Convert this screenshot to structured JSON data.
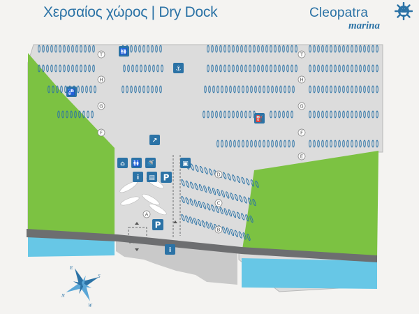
{
  "header": {
    "title": "Χερσαίος χώρος | Dry Dock"
  },
  "logo": {
    "name": "Cleopatra",
    "sub": "marina"
  },
  "zones": {
    "T": "T",
    "H": "H",
    "G": "G",
    "F": "F",
    "E": "E",
    "D": "D",
    "C": "C",
    "B": "B",
    "A": "A"
  },
  "icons": [
    "toilets-icon",
    "shower-icon",
    "water-tap-icon",
    "fuel-pump-icon",
    "crane-icon",
    "electricity-icon",
    "boat-lift-icon",
    "restroom-icon",
    "travel-lift-icon",
    "info-icon",
    "dumpster-icon",
    "parking-icon",
    "office-icon",
    "gate-icon"
  ],
  "parking_label": "P",
  "info_label": "i",
  "compass": {
    "n": "N",
    "s": "S",
    "e": "E",
    "w": "W"
  },
  "colors": {
    "land": "#dcdcdc",
    "grass": "#7cc242",
    "water": "#67c7e6",
    "road": "#6d6e70",
    "boat": "#2c73a6",
    "icon": "#2c73a6"
  }
}
